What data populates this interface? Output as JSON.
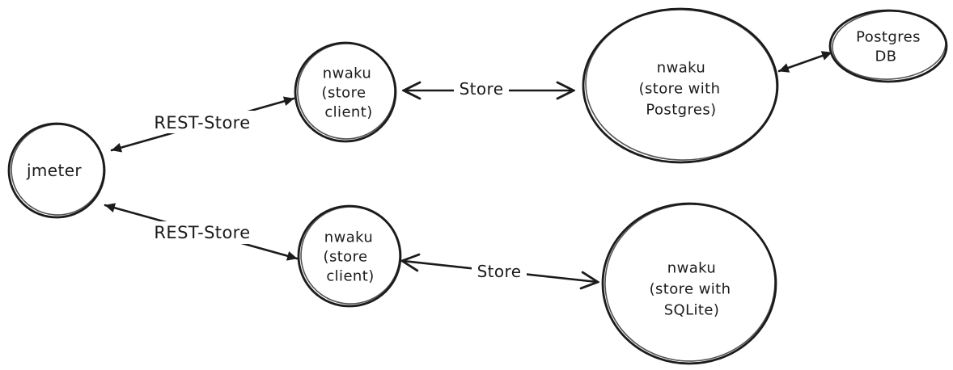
{
  "diagram": {
    "style": "hand-drawn",
    "background_color": "#ffffff",
    "stroke_color": "#1b1b1b",
    "nodes": {
      "jmeter": {
        "id": "jmeter",
        "shape": "circle",
        "lines": [
          "jmeter"
        ]
      },
      "client_top": {
        "id": "nwaku-store-client-top",
        "shape": "circle",
        "lines": [
          "nwaku",
          "(store",
          "client)"
        ]
      },
      "postgres": {
        "id": "nwaku-store-postgres",
        "shape": "ellipse",
        "lines": [
          "nwaku",
          "(store with",
          "Postgres)"
        ]
      },
      "postgres_db": {
        "id": "postgres-db",
        "shape": "ellipse",
        "lines": [
          "Postgres",
          "DB"
        ]
      },
      "client_bottom": {
        "id": "nwaku-store-client-bottom",
        "shape": "circle",
        "lines": [
          "nwaku",
          "(store",
          "client)"
        ]
      },
      "sqlite": {
        "id": "nwaku-store-sqlite",
        "shape": "circle",
        "lines": [
          "nwaku",
          "(store with",
          "SQLite)"
        ]
      }
    },
    "edges": {
      "rest_store_top": {
        "from": "jmeter",
        "to": "nwaku-store-client-top",
        "label": "REST-Store",
        "direction": "bidirectional",
        "head": "solid"
      },
      "rest_store_bottom": {
        "from": "jmeter",
        "to": "nwaku-store-client-bottom",
        "label": "REST-Store",
        "direction": "bidirectional",
        "head": "solid"
      },
      "store_top": {
        "from": "nwaku-store-client-top",
        "to": "nwaku-store-postgres",
        "label": "Store",
        "direction": "bidirectional",
        "head": "open"
      },
      "store_bottom": {
        "from": "nwaku-store-client-bottom",
        "to": "nwaku-store-sqlite",
        "label": "Store",
        "direction": "bidirectional",
        "head": "open"
      },
      "postgres_link": {
        "from": "nwaku-store-postgres",
        "to": "postgres-db",
        "label": "",
        "direction": "bidirectional",
        "head": "solid"
      }
    }
  }
}
